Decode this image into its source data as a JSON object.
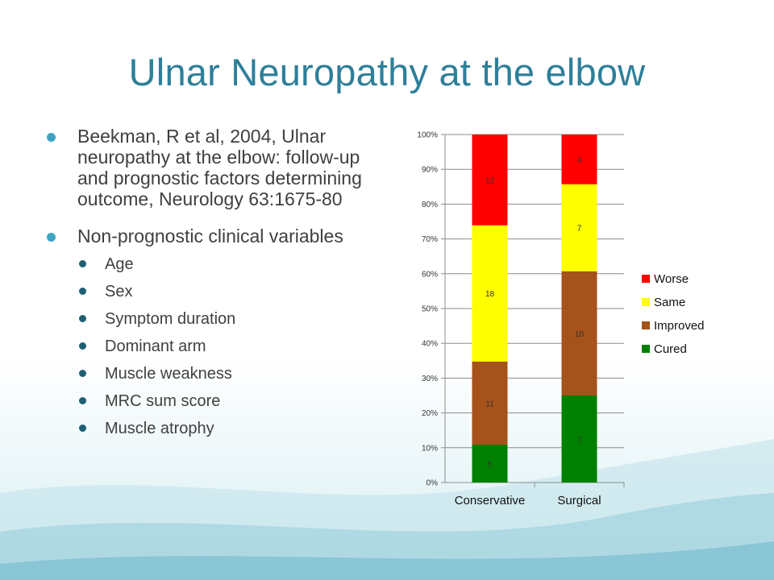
{
  "slide": {
    "title": "Ulnar Neuropathy at the elbow",
    "bullets": [
      {
        "text": "Beekman, R et al, 2004, Ulnar neuropathy at the elbow: follow-up and prognostic factors determining outcome, Neurology 63:1675-80",
        "sub": []
      },
      {
        "text": "Non-prognostic clinical variables",
        "sub": [
          "Age",
          "Sex",
          "Symptom duration",
          "Dominant arm",
          "Muscle weakness",
          "MRC sum score",
          "Muscle atrophy"
        ]
      }
    ]
  },
  "chart_data": {
    "type": "bar",
    "stacked": true,
    "normalized": true,
    "categories": [
      "Conservative",
      "Surgical"
    ],
    "series": [
      {
        "name": "Cured",
        "values": [
          5,
          7
        ],
        "color": "#008000"
      },
      {
        "name": "Improved",
        "values": [
          11,
          10
        ],
        "color": "#a5521b"
      },
      {
        "name": "Same",
        "values": [
          18,
          7
        ],
        "color": "#ffff00"
      },
      {
        "name": "Worse",
        "values": [
          12,
          4
        ],
        "color": "#ff0000"
      }
    ],
    "ylim": [
      0,
      100
    ],
    "yticks": [
      "0%",
      "10%",
      "20%",
      "30%",
      "40%",
      "50%",
      "60%",
      "70%",
      "80%",
      "90%",
      "100%"
    ],
    "grid": true,
    "legend": "right",
    "legend_order": [
      "Worse",
      "Same",
      "Improved",
      "Cured"
    ],
    "data_labels": true
  }
}
